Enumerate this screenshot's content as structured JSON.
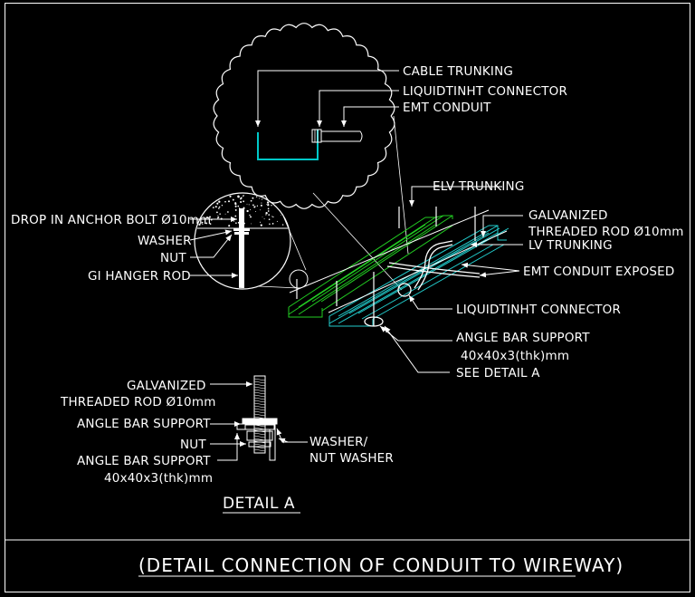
{
  "colors": {
    "background": "#000000",
    "line": "#ffffff",
    "elv_trunking": "#22cc22",
    "lv_trunking": "#22cccc",
    "cable_trunking_detail": "#00c8c8"
  },
  "callout_labels": {
    "cable_trunking": "CABLE TRUNKING",
    "liquidtinht_connector_top": "LIQUIDTINHT CONNECTOR",
    "emt_conduit": "EMT CONDUIT",
    "elv_trunking": "ELV TRUNKING",
    "galvanized_1": "GALVANIZED",
    "threaded_rod_1": "THREADED ROD Ø10mm",
    "lv_trunking": "LV TRUNKING",
    "emt_conduit_exposed": "EMT CONDUIT EXPOSED",
    "liquidtinht_connector": "LIQUIDTINHT CONNECTOR",
    "angle_bar_support_1": "ANGLE BAR SUPPORT",
    "angle_bar_size_1": "40x40x3(thk)mm",
    "see_detail_a": "SEE DETAIL A",
    "drop_in_anchor": "DROP IN ANCHOR BOLT Ø10mm",
    "washer": "WASHER",
    "nut_1": "NUT",
    "gi_hanger_rod": "GI HANGER ROD"
  },
  "detail_a": {
    "galvanized": "GALVANIZED",
    "threaded_rod": "THREADED ROD Ø10mm",
    "angle_bar_support_top": "ANGLE BAR SUPPORT",
    "nut": "NUT",
    "angle_bar_support": "ANGLE BAR SUPPORT",
    "angle_bar_size": "40x40x3(thk)mm",
    "washer": "WASHER/",
    "nut_washer": "NUT WASHER",
    "title": "DETAIL A"
  },
  "drawing_title": "(DETAIL CONNECTION OF CONDUIT TO WIREWAY)"
}
